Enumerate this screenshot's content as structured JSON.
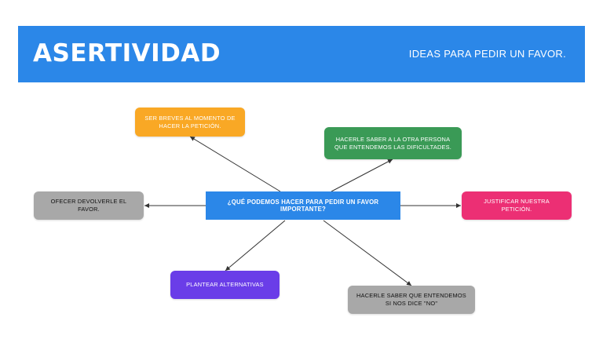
{
  "header": {
    "title": "ASERTIVIDAD",
    "subtitle": "IDEAS PARA PEDIR UN FAVOR."
  },
  "diagram": {
    "center": "¿QUÉ PODEMOS HACER PARA PEDIR UN FAVOR IMPORTANTE?",
    "nodes": {
      "brief": "SER BREVES AL MOMENTO DE HACER LA PETICIÓN.",
      "difficulties": "HACERLE SABER A LA OTRA PERSONA QUE ENTENDEMOS LAS DIFICULTADES.",
      "return_favor": "OFECER DEVOLVERLE EL FAVOR.",
      "justify": "JUSTIFICAR NUESTRA PETICIÓN.",
      "alternatives": "PLANTEAR ALTERNATIVAS",
      "accept_no": "HACERLE SABER QUE ENTENDEMOS SI NOS DICE \"NO\""
    }
  },
  "colors": {
    "banner": "#2b87e8",
    "center": "#2b87e8",
    "brief": "#f9a825",
    "difficulties": "#3a9a56",
    "return_favor": "#a8a8a8",
    "justify": "#ec2f74",
    "alternatives": "#6a3de8",
    "accept_no": "#a8a8a8",
    "connector": "#333333"
  }
}
